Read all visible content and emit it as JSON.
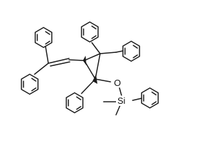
{
  "molecule": {
    "atom_labels": {
      "oxygen": "O",
      "silicon": "Si"
    },
    "substituents": [
      "phenyl",
      "phenyl",
      "phenyl",
      "phenyl",
      "phenyl",
      "phenyl"
    ],
    "stereo_bonds": [
      "wedge",
      "wedge"
    ],
    "colors": {
      "bond": "#1a1a1a",
      "background": "#ffffff"
    }
  }
}
